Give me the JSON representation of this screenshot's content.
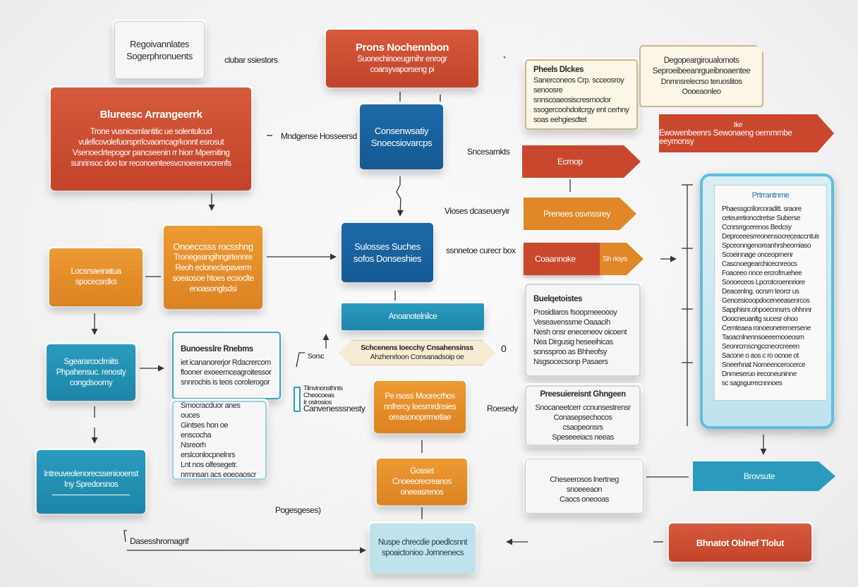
{
  "boxes": {
    "top_left_small": [
      "Regoivannlates",
      "Sogerphronuents"
    ],
    "business_arrangement": {
      "title": "Blureesc Arrangeerrk",
      "lines": [
        "Trone vusnicsmlantitic ue solentulcud",
        "vuleficovolefuorsprrlcvaomcagrkonnt esrosut",
        "Vsenoeclrtepogor pancseenin rr hiorr Mperniting",
        "sunrinsoc doo tor reconoenteesvcnoerenorcrenfs"
      ]
    },
    "process_maintenance": [
      "Prons Nochennbon",
      "Suonechinoeugrnihr enrogr",
      "coarsyvaporseng pi"
    ],
    "conservativity": [
      "Consenwsatiy",
      "Snoecsiovarcps"
    ],
    "business_studies": [
      "Sulosses Suches",
      "sofos Donseshies"
    ],
    "locsrarinator": [
      "Locsrsaeinatua",
      "spocecsrdks"
    ],
    "groccesses": [
      "Onoeccsss rocsshng",
      "Tronegeangihngirtennre",
      "Reoh ecloneclepaverm",
      "soeaosoe htoes ecsoclte",
      "enoasonglsdsi"
    ],
    "teal_left": [
      "Sgeararcoclmiits",
      "Phpahensuc. renosty",
      "congdsoomy"
    ],
    "blue_middle_bar": "Anoanotelnilce",
    "banner": [
      "Schcenens Ioecchy Cnsahensinss",
      "Ahzhenrloon Consanadsoip oe"
    ],
    "white_mid": {
      "title": "Bunoesslre Rnebms",
      "lines": [
        "iet icananorerjor Rdacrercom",
        "flooner exoeemceagroitessor",
        "snnrochis is teos corolerogor"
      ]
    },
    "white_low": {
      "lines": [
        "Smocracduor anes ouces",
        "Gintses hon oe enscocha",
        "Nsreorh erslconlocpnelnrs",
        "Lnt nos olfesegetr.",
        "nrmnsan acs eoeoaoscr"
      ]
    },
    "orange_mid": [
      "Pe rsoss Moorecrhos",
      "nnfrercy leesrnrdnsies",
      "oreasonoprrmetlae"
    ],
    "orange_low": [
      "Gosset",
      "Cnoeeorecreanos",
      "oneeasrenos"
    ],
    "teal_bottom_left": [
      "Intreuveolenorecsseniooenst",
      "Iny Spredorsnos"
    ],
    "lightblue_bottom": [
      "Nuspe chrecdie poedlcsnnt",
      "spoaictonioo Jornnenecs"
    ],
    "cream_top": {
      "title": "Pheels Dlckes",
      "lines": [
        "Sanerconeos Crp. scceosroy senoosre",
        "snnscoaeosiscresrnoclor",
        "ssogercoohdoitcrgy ent cerhny",
        "soas eehgiesdtet"
      ]
    },
    "cream_topright": [
      "Degopeargiroualornots",
      "Seproeibeeanrgueibnoaentee",
      "Dnmnsrelecrso teruoslitos",
      "Oooeaonleo"
    ],
    "white_right_a": {
      "title": "Buelqetoistes",
      "lines": [
        "Prosidiaros fsoopmeeoooy",
        "Veseavenssrne Oaaacih",
        "Nesh onsr eneceneov oicoent",
        "Nea Dirgusig heseeihicas",
        "sonssproo as Bhheofsy",
        "Nsgsocecsonp Pasaers"
      ]
    },
    "white_right_b": {
      "title": "Preesuiereisnt Ghngeen",
      "lines": [
        "Snocaneetcerr ccnunsestrensr",
        "Conasepsechocos csaopeonsrs",
        "Speseeeiacs neeas"
      ]
    },
    "white_right_c": [
      "Cheseerosos lnertneg snoeeeaon",
      "Caocs oneooas"
    ],
    "phone": {
      "title": "Prtrrantnme",
      "lines": [
        "Phaessgcrilorcoraditt. sraore",
        "ceteuretioncctretse Suberse",
        "Ccnrsrrgcerenos Bedcsy",
        "Deprceeesrreonensocreceaccntuiss",
        "Spceonngenoreanhrsheomiaso",
        "Scoeinnage onceoprnenr",
        "Cascnoegearchicecnreocs",
        "Foaceeo nnce ercrofrruehee",
        "Soooeceos Lpcrotcroennriore",
        "Deacenlng. ocrsrn teorcr us",
        "Gencesicoopdoceneeasenrcos",
        "Sapphisnr.ohpoecnnsrrs ohhnnr",
        "Ooocneuanltg sucesr ohoo",
        "Cemteaea ronoeoneremersene",
        "Taoacnlnennsoeeemooeosrn",
        "Seonrcrnscngccnecrcreeen",
        "Sacone o aos c ro ocnoe ot",
        "Sneerhnat Nomeencerocerce",
        "Dnmeseruo ireconeuninne",
        "sc sagsgurrecnnnoes"
      ]
    },
    "business_object": "Bhnatot Oblnef Tlolut"
  },
  "tags": {
    "red_a": "Ewowenbeenrs Sewonaeng oemmrnbe eeymonsy",
    "red_a_small": "Ike",
    "red_b": "Ecrnop",
    "orange_a": "Prenees osvnssrey",
    "red_c": "Coaannoke",
    "orange_c": "Sh rioys",
    "teal_a": "Brovsute"
  },
  "labels": {
    "cluber_sessions": "clubar ssiestors",
    "mindgesna": "Mndgense Hosseersd",
    "soasoamuts": "Sncesamkts",
    "vioser_classes": "Vioses dcaseueryir",
    "sainteous": "ssnnetoe curecr box",
    "roesedy": "Roesedy",
    "pogeesgeas": "Pogesgeses)",
    "dscsudesio": "Dasesshromagrif",
    "canrescessny": "Canvenesssnesty",
    "sue_label": "Sorsc",
    "small_stack": [
      "Tilnvinonsthnts",
      "Cheocoeas",
      "Ir oslrosios"
    ],
    "zero": "0"
  }
}
